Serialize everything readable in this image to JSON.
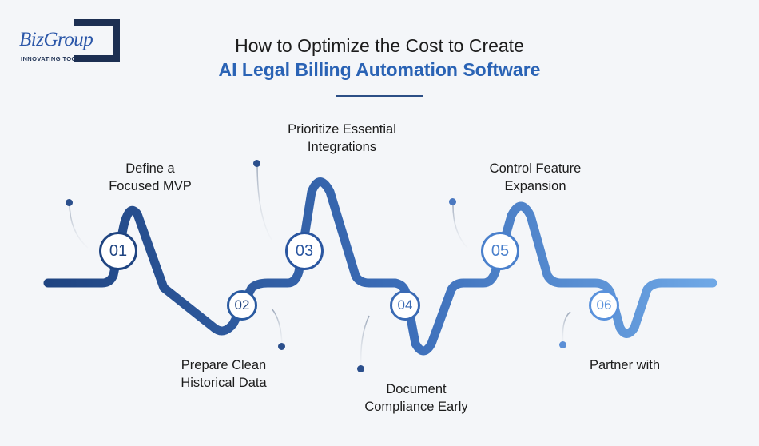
{
  "brand": {
    "name": "BizGroup",
    "tagline": "INNOVATING TOGETHER"
  },
  "title": {
    "line1": "How to Optimize the Cost to Create",
    "line2": "AI Legal Billing Automation Software"
  },
  "steps": [
    {
      "number": "01",
      "label_line1": "Define a",
      "label_line2": "Focused MVP"
    },
    {
      "number": "02",
      "label_line1": "Prepare Clean",
      "label_line2": "Historical Data"
    },
    {
      "number": "03",
      "label_line1": "Prioritize Essential",
      "label_line2": "Integrations"
    },
    {
      "number": "04",
      "label_line1": "Document",
      "label_line2": "Compliance Early"
    },
    {
      "number": "05",
      "label_line1": "Control Feature",
      "label_line2": "Expansion"
    },
    {
      "number": "06",
      "label_line1": "Partner with",
      "label_line2": ""
    }
  ],
  "colors": {
    "wave_start": "#1f4481",
    "wave_end": "#6fa8e6",
    "title_accent": "#2a63b5"
  }
}
